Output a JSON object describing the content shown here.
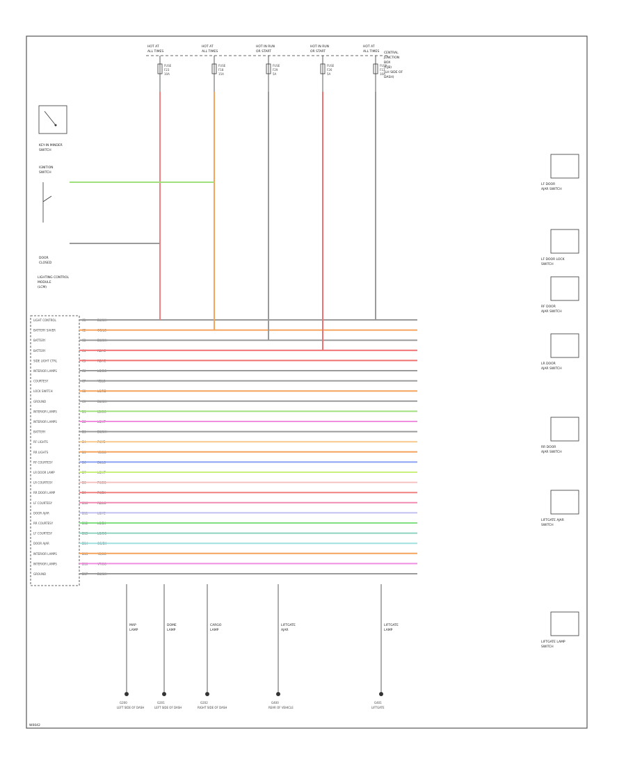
{
  "module": {
    "title_lines": [
      "LIGHTING CONTROL",
      "MODULE",
      "(LCM)"
    ],
    "pins": [
      {
        "label": "LIGHT CONTROL",
        "num": "C1",
        "wire": "BK/WH",
        "color": "#9a9a9a"
      },
      {
        "label": "BATTERY SAVER",
        "num": "C2",
        "wire": "OG/LG",
        "color": "#f6a35c"
      },
      {
        "label": "BATTERY",
        "num": "C3",
        "wire": "BK/WH",
        "color": "#9a9a9a"
      },
      {
        "label": "BATTERY",
        "num": "C4",
        "wire": "RD/YE",
        "color": "#f07070"
      },
      {
        "label": "SIDE LIGHT CTRL",
        "num": "C5",
        "wire": "RD/YE",
        "color": "#f07070"
      },
      {
        "label": "INTERIOR LAMPS",
        "num": "C6",
        "wire": "LG/OG",
        "color": "#9a9a9a"
      },
      {
        "label": "COURTESY",
        "num": "C7",
        "wire": "YE/LG",
        "color": "#9a9a9a"
      },
      {
        "label": "LOCK SWITCH",
        "num": "C8",
        "wire": "LG/RD",
        "color": "#f6a35c"
      },
      {
        "label": "GROUND",
        "num": "C9",
        "wire": "BK/WH",
        "color": "#9a9a9a"
      },
      {
        "label": "INTERIOR LAMPS",
        "num": "D1",
        "wire": "LB/OG",
        "color": "#9fe07a"
      },
      {
        "label": "INTERIOR LAMPS",
        "num": "D2",
        "wire": "LG/VT",
        "color": "#f08ee0"
      },
      {
        "label": "BATTERY",
        "num": "D3",
        "wire": "BK/WH",
        "color": "#9a9a9a"
      },
      {
        "label": "RF LIGHTS",
        "num": "D4",
        "wire": "PK/YE",
        "color": "#f7c78c"
      },
      {
        "label": "RR LIGHTS",
        "num": "D5",
        "wire": "YE/OG",
        "color": "#f6a35c"
      },
      {
        "label": "RF COURTESY",
        "num": "D6",
        "wire": "BK/LG",
        "color": "#8aa0f0"
      },
      {
        "label": "LR DOOR LAMP",
        "num": "D7",
        "wire": "LG/VT",
        "color": "#c8f07a"
      },
      {
        "label": "LR COURTESY",
        "num": "D8",
        "wire": "PK/OG",
        "color": "#f5c0c0"
      },
      {
        "label": "RR DOOR LAMP",
        "num": "D9",
        "wire": "PK/BK",
        "color": "#f08080"
      },
      {
        "label": "LF COURTESY",
        "num": "D10",
        "wire": "RD/LG",
        "color": "#f08ab0"
      },
      {
        "label": "DOOR AJAR",
        "num": "D11",
        "wire": "LG/YE",
        "color": "#c0c0f0"
      },
      {
        "label": "RR COURTESY",
        "num": "D12",
        "wire": "LG/BK",
        "color": "#7ee07e"
      },
      {
        "label": "LF COURTESY",
        "num": "D13",
        "wire": "LG/OG",
        "color": "#8ed4c0"
      },
      {
        "label": "DOOR AJAR",
        "num": "D14",
        "wire": "OG/BK",
        "color": "#9ee0e0"
      },
      {
        "label": "INTERIOR LAMPS",
        "num": "D15",
        "wire": "YE/OG",
        "color": "#f6a35c"
      },
      {
        "label": "INTERIOR LAMPS",
        "num": "D16",
        "wire": "VT/OG",
        "color": "#f08ee0"
      },
      {
        "label": "GROUND",
        "num": "D17",
        "wire": "BK/WH",
        "color": "#9a9a9a"
      }
    ]
  },
  "fuses": [
    {
      "top": "HOT AT",
      "top2": "ALL TIMES",
      "fuse": "FUSE",
      "num": "F23",
      "amp": "10A"
    },
    {
      "top": "HOT AT",
      "top2": "ALL TIMES",
      "fuse": "FUSE",
      "num": "F18",
      "amp": "15A"
    },
    {
      "top": "HOT IN RUN",
      "top2": "OR START",
      "fuse": "FUSE",
      "num": "F29",
      "amp": "5A"
    },
    {
      "top": "HOT IN RUN",
      "top2": "OR START",
      "fuse": "FUSE",
      "num": "F26",
      "amp": "5A"
    },
    {
      "top": "HOT AT",
      "top2": "ALL TIMES",
      "fuse": "FUSE",
      "num": "F13",
      "amp": "10A"
    }
  ],
  "central_junction_box": [
    "CENTRAL",
    "JUNCTION",
    "BOX",
    "(CJB)",
    "(LH SIDE OF",
    "DASH)"
  ],
  "switches_left": [
    {
      "label": "KEY-IN MINDER",
      "sub": "SWITCH"
    },
    {
      "label": "IGNITION",
      "sub": "SWITCH"
    },
    {
      "label": "DOOR",
      "sub": "CLOSED"
    }
  ],
  "right_components": [
    {
      "label": "LF DOOR",
      "sub": "AJAR SWITCH"
    },
    {
      "label": "LF DOOR LOCK",
      "sub": "SWITCH"
    },
    {
      "label": "RF DOOR",
      "sub": "AJAR SWITCH"
    },
    {
      "label": "LR DOOR",
      "sub": "AJAR SWITCH"
    },
    {
      "label": "RR DOOR",
      "sub": "AJAR SWITCH"
    },
    {
      "label": "LIFTGATE AJAR",
      "sub": "SWITCH"
    },
    {
      "label": "LIFTGATE LAMP",
      "sub": "SWITCH"
    }
  ],
  "bottom_grounds": [
    {
      "num": "G200",
      "label": "LEFT SIDE OF DASH"
    },
    {
      "num": "G201",
      "label": "LEFT SIDE OF DASH"
    },
    {
      "num": "G202",
      "label": "RIGHT SIDE OF DASH"
    },
    {
      "num": "G400",
      "label": "REAR OF VEHICLE"
    },
    {
      "num": "G401",
      "label": "LIFTGATE"
    }
  ],
  "bottom_components": [
    {
      "label": "MAP",
      "sub": "LAMP"
    },
    {
      "label": "DOME",
      "sub": "LAMP"
    },
    {
      "label": "CARGO",
      "sub": "LAMP"
    },
    {
      "label": "LIFTGATE",
      "sub": "AJAR"
    },
    {
      "label": "LIFTGATE",
      "sub": "LAMP"
    }
  ],
  "footer_code": "W0042"
}
